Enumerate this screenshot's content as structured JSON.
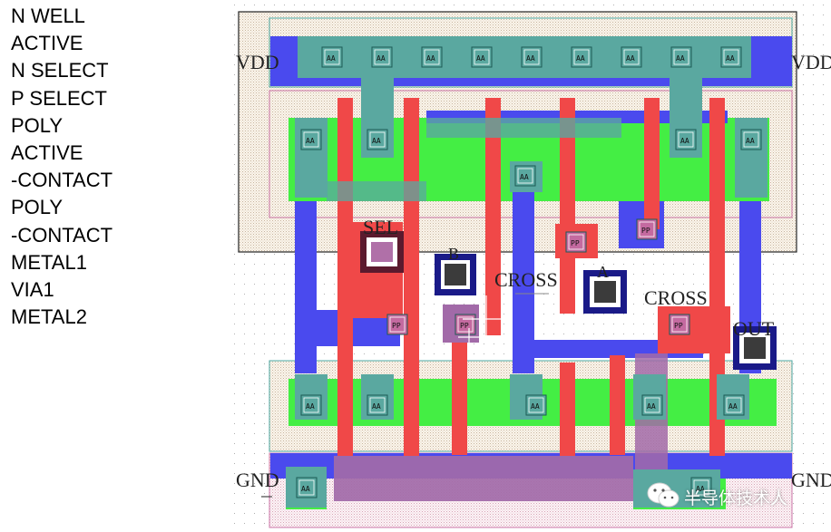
{
  "legend": [
    "N WELL",
    "ACTIVE",
    "N SELECT",
    "P SELECT",
    "POLY",
    "ACTIVE",
    "-CONTACT",
    "POLY",
    "-CONTACT",
    "METAL1",
    "VIA1",
    "METAL2"
  ],
  "labels": {
    "vdd_left": "VDD",
    "vdd_right": "VDD",
    "gnd_left": "GND",
    "gnd_right": "GND",
    "sel": "SEL",
    "b": "B",
    "a": "A",
    "cross_1": "CROSS",
    "cross_2": "CROSS",
    "out": "OUT"
  },
  "contact_tags": {
    "active": "AA",
    "poly": "PP"
  },
  "watermark": "半导体技术人",
  "colors": {
    "nwell": "#000000",
    "active": "#33dd44",
    "nselect": "#cc66aa",
    "pselect": "#66aacc",
    "poly": "#ee4444",
    "metal1": "#4444ee",
    "metal2": "#a866a8",
    "contact": "#5aa8a0",
    "via": "#1a1a1a"
  }
}
